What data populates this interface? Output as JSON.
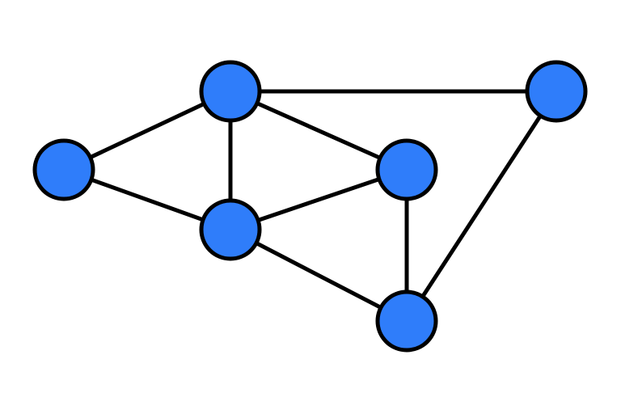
{
  "graph": {
    "node_color": "#2f7dfa",
    "outline_color": "#000000",
    "edge_color": "#000000",
    "nodes": [
      {
        "id": "n1"
      },
      {
        "id": "n2"
      },
      {
        "id": "n3"
      },
      {
        "id": "n4"
      },
      {
        "id": "n5"
      },
      {
        "id": "n6"
      }
    ],
    "edges": [
      [
        "n1",
        "n2"
      ],
      [
        "n1",
        "n3"
      ],
      [
        "n2",
        "n3"
      ],
      [
        "n2",
        "n4"
      ],
      [
        "n2",
        "n5"
      ],
      [
        "n3",
        "n4"
      ],
      [
        "n3",
        "n6"
      ],
      [
        "n4",
        "n6"
      ],
      [
        "n5",
        "n6"
      ]
    ]
  }
}
